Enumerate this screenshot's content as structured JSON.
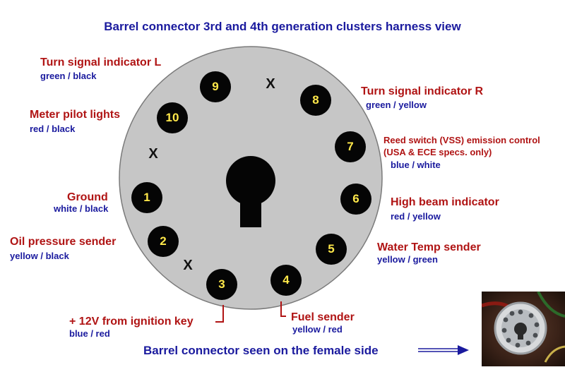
{
  "title": "Barrel connector 3rd and 4th generation clusters harness view",
  "pins": [
    {
      "number": "1",
      "function": "Ground",
      "wire": "white / black"
    },
    {
      "number": "2",
      "function": "Oil pressure sender",
      "wire": "yellow / black"
    },
    {
      "number": "3",
      "function": "+ 12V from ignition key",
      "wire": "blue / red"
    },
    {
      "number": "4",
      "function": "Fuel sender",
      "wire": "yellow / red"
    },
    {
      "number": "5",
      "function": "Water Temp sender",
      "wire": "yellow / green"
    },
    {
      "number": "6",
      "function": "High beam indicator",
      "wire": "red / yellow"
    },
    {
      "number": "7",
      "function": "Reed switch (VSS) emission control",
      "note": "(USA & ECE specs. only)",
      "wire": "blue / white"
    },
    {
      "number": "8",
      "function": "Turn signal indicator R",
      "wire": "green / yellow"
    },
    {
      "number": "9",
      "function": "Turn signal indicator L",
      "wire": "green / black"
    },
    {
      "number": "10",
      "function": "Meter pilot lights",
      "wire": "red / black"
    }
  ],
  "unused_mark": "X",
  "caption": "Barrel connector seen on the female side",
  "colors": {
    "title": "#1a1a9e",
    "function_label": "#b01414",
    "wire_label": "#1a1a9e",
    "connector_face": "#c6c6c6",
    "pin": "#050505",
    "pin_number": "#ffe84a"
  }
}
